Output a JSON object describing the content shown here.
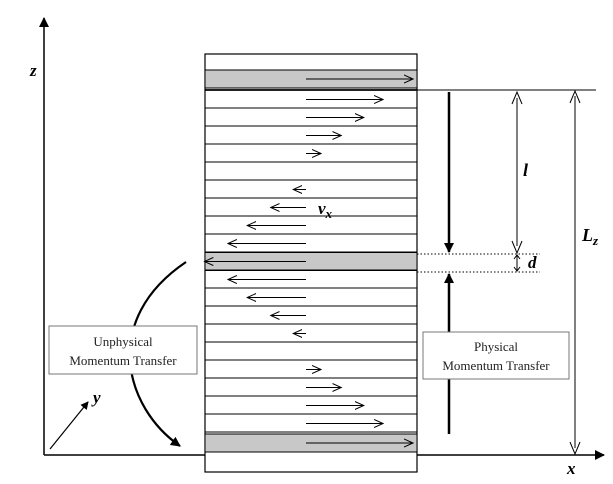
{
  "diagram": {
    "axes": {
      "x": "x",
      "y": "y",
      "z": "z"
    },
    "symbols": {
      "velocity": "v",
      "velocity_sub": "x",
      "l": "l",
      "d": "d",
      "Lz": "L",
      "Lz_sub": "z"
    },
    "boxes": {
      "unphysical": [
        "Unphysical",
        "Momentum Transfer"
      ],
      "physical": [
        "Physical",
        "Momentum Transfer"
      ]
    },
    "colors": {
      "line": "#000000",
      "shaded_slab": "#c8c8c8",
      "box_border": "#777777"
    },
    "velocity_profile": {
      "description_of_units": "relative arrow length per slab, sign = direction",
      "slabs_total": 20,
      "shaded_slabs": [
        1,
        11,
        21
      ],
      "arrows": [
        {
          "slab": 1,
          "v": 1.0
        },
        {
          "slab": 2,
          "v": 0.72
        },
        {
          "slab": 3,
          "v": 0.54
        },
        {
          "slab": 4,
          "v": 0.33
        },
        {
          "slab": 5,
          "v": 0.14
        },
        {
          "slab": 7,
          "v": -0.12
        },
        {
          "slab": 8,
          "v": -0.33
        },
        {
          "slab": 9,
          "v": -0.55
        },
        {
          "slab": 10,
          "v": -0.73
        },
        {
          "slab": 11,
          "v": -0.95
        },
        {
          "slab": 12,
          "v": -0.73
        },
        {
          "slab": 13,
          "v": -0.55
        },
        {
          "slab": 14,
          "v": -0.33
        },
        {
          "slab": 15,
          "v": -0.12
        },
        {
          "slab": 17,
          "v": 0.14
        },
        {
          "slab": 18,
          "v": 0.33
        },
        {
          "slab": 19,
          "v": 0.54
        },
        {
          "slab": 20,
          "v": 0.72
        },
        {
          "slab": 21,
          "v": 1.0
        }
      ]
    }
  }
}
